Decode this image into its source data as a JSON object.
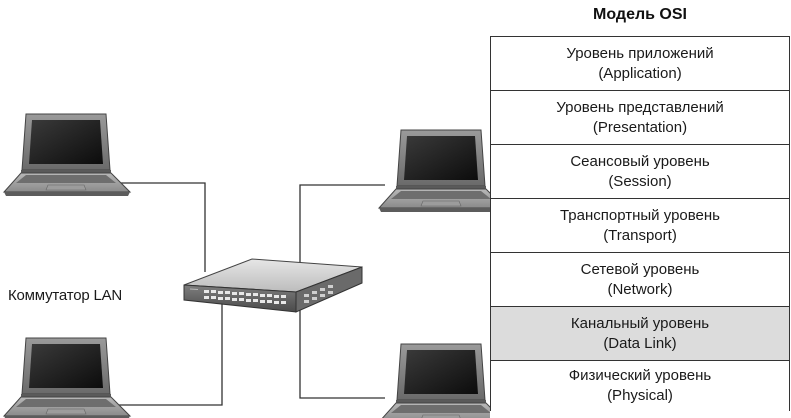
{
  "switch": {
    "label": "Коммутатор LAN"
  },
  "osi": {
    "title": "Модель OSI",
    "highlight_color": "#dcdcdc",
    "layers": [
      {
        "name": "Уровень приложений",
        "english": "(Application)",
        "highlighted": false
      },
      {
        "name": "Уровень представлений",
        "english": "(Presentation)",
        "highlighted": false
      },
      {
        "name": "Сеансовый уровень",
        "english": "(Session)",
        "highlighted": false
      },
      {
        "name": "Транспортный уровень",
        "english": "(Transport)",
        "highlighted": false
      },
      {
        "name": "Сетевой уровень",
        "english": "(Network)",
        "highlighted": false
      },
      {
        "name": "Канальный уровень",
        "english": "(Data Link)",
        "highlighted": true
      },
      {
        "name": "Физический уровень",
        "english": "(Physical)",
        "highlighted": false
      }
    ]
  },
  "icons": {
    "laptop": "laptop-icon",
    "switch": "network-switch-icon"
  }
}
